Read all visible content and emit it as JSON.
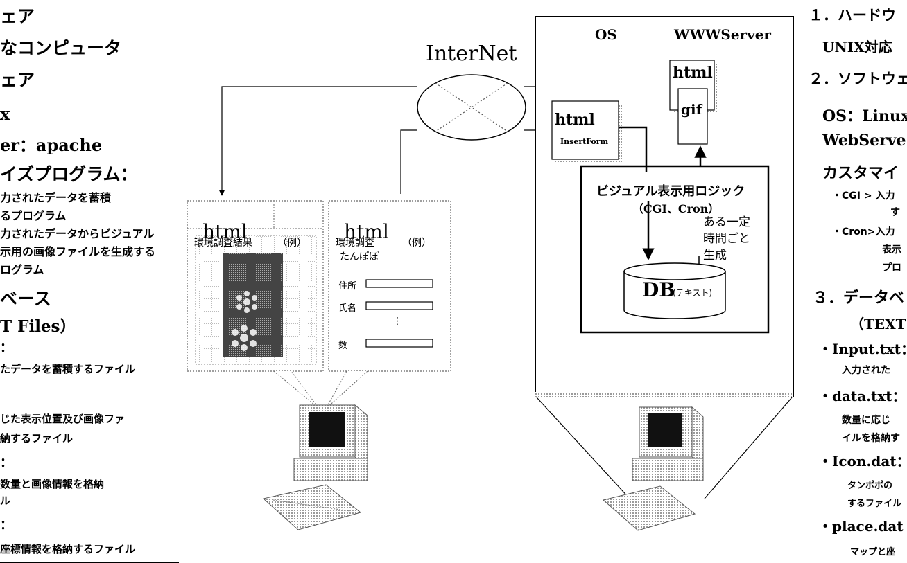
{
  "left_panel": {
    "lines": [
      "ェア",
      "なコンピュータ",
      "ェア",
      "x",
      "er：apache",
      "イズプログラム：",
      "力されたデータを蓄積",
      "るプログラム",
      "力されたデータからビジュアル",
      "示用の画像ファイルを生成する",
      "ログラム",
      "ベース",
      "T Files）",
      "：",
      "たデータを蓄積するファイル",
      "じた表示位置及び画像ファ",
      "納するファイル",
      "：",
      "数量と画像情報を格納",
      "ル",
      "：",
      "座標情報を格納するファイル"
    ]
  },
  "center": {
    "internet_label": "InterNet",
    "html_result_label": "html",
    "html_form_label": "html",
    "result_window": {
      "title": "環境調査結果",
      "example": "（例）"
    },
    "form_window": {
      "title_line1": "環境調査",
      "title_line2": "たんぽぽ",
      "example": "（例）",
      "field_address": "住所",
      "field_name": "氏名",
      "field_count": "数",
      "ellipsis": "⋮"
    }
  },
  "server": {
    "os_label": "OS",
    "www_label": "WWWServer",
    "html_top": "html",
    "gif_label": "gif",
    "html_insert": "html",
    "insert_form": "InsertForm",
    "logic_line1": "ビジュアル表示用ロジック",
    "logic_line2": "（CGI、Cron）",
    "periodic_line1": "ある一定",
    "periodic_line2": "時間ごと",
    "periodic_line3": "生成",
    "db_label": "DB",
    "db_sub": "(テキスト)"
  },
  "right_panel": {
    "lines": [
      "１．ハードウ",
      "UNIX対応",
      "２．ソフトウェ",
      "OS：Linux",
      "WebServe",
      "カスタマイ",
      "・CGI > 入力",
      "す",
      "・Cron>入力",
      "表示",
      "プロ",
      "３．データベ",
      "（TEXT",
      "・Input.txt：",
      "入力された",
      "・data.txt：",
      "数量に応じ",
      "イルを格納す",
      "・Icon.dat：",
      "タンポポの",
      "するファイル",
      "・place.dat",
      "マップと座"
    ]
  }
}
